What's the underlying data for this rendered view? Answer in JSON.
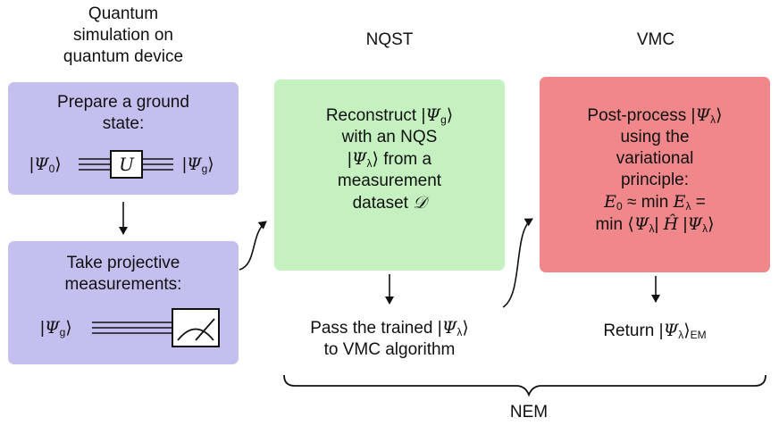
{
  "headings": {
    "quantum": [
      "Quantum",
      "simulation on",
      "quantum device"
    ],
    "nqst": "NQST",
    "vmc": "VMC"
  },
  "prepare": {
    "title_lines": [
      "Prepare a ground",
      "state:"
    ],
    "psi_symbol": "Ψ",
    "in_sub": "0",
    "out_sub": "g",
    "gate": "U"
  },
  "measure": {
    "title_lines": [
      "Take projective",
      "measurements:"
    ],
    "psi_symbol": "Ψ",
    "sub": "g"
  },
  "reconstruct": {
    "l1_pre": "Reconstruct |",
    "l1_sym": "Ψ",
    "l1_sub": "g",
    "l1_post": "⟩",
    "l2": "with an NQS",
    "l3_pre": "|",
    "l3_sym": "Ψ",
    "l3_sub": "λ",
    "l3_post": "⟩ from a",
    "l4": "measurement",
    "l5_pre": "dataset ",
    "l5_sym": "𝒟"
  },
  "postprocess": {
    "l1_pre": "Post-process |",
    "l1_sym": "Ψ",
    "l1_sub": "λ",
    "l1_post": "⟩",
    "l2": "using the",
    "l3": "variational",
    "l4": "principle:",
    "l5_e0": "E",
    "l5_e0_sub": "0",
    "l5_mid": " ≈ min ",
    "l5_el": "E",
    "l5_el_sub": "λ",
    "l5_eq": " =",
    "l6_pre": "min ⟨",
    "l6_sym1": "Ψ",
    "l6_sub1": "λ",
    "l6_mid": "| ",
    "l6_h": "Ĥ",
    "l6_mid2": " |",
    "l6_sym2": "Ψ",
    "l6_sub2": "λ",
    "l6_post": "⟩"
  },
  "pass": {
    "l1_pre": "Pass the trained |",
    "l1_sym": "Ψ",
    "l1_sub": "λ",
    "l1_post": "⟩",
    "l2": "to VMC algorithm"
  },
  "return": {
    "pre": "Return |",
    "sym": "Ψ",
    "sub": "λ",
    "post": "⟩",
    "post_sub": "EM"
  },
  "brace_label": "NEM",
  "colors": {
    "blue_box": "#c3c0f0",
    "green_box": "#c4f1bf",
    "red_box": "#f0878a",
    "line": "#111111"
  }
}
